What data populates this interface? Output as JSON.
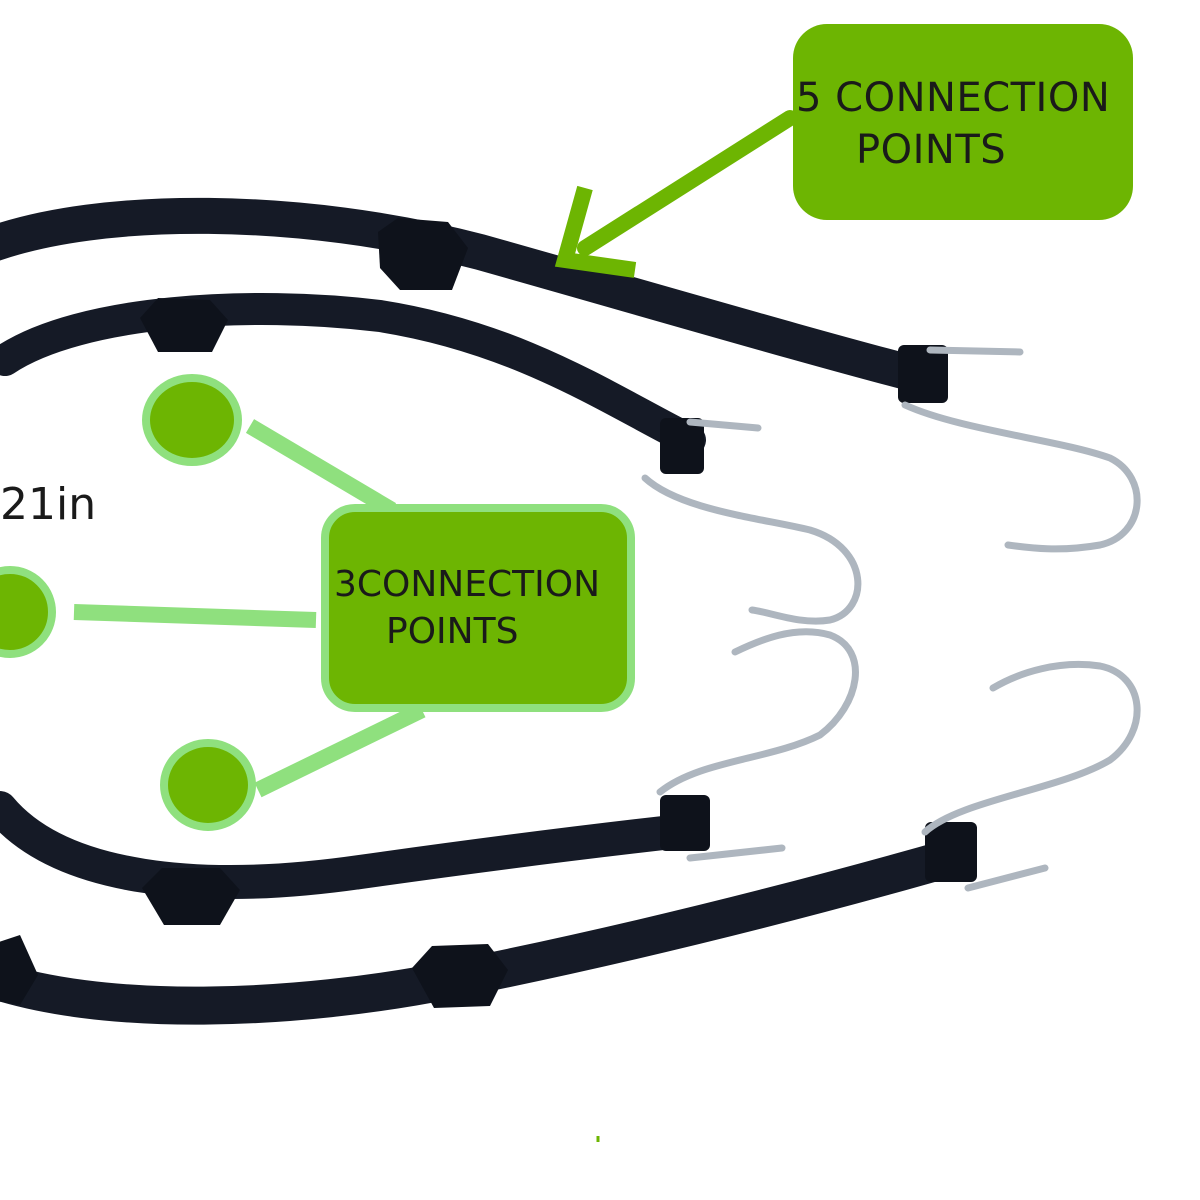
{
  "annotations": {
    "five_points": {
      "line1": "5 CONNECTION",
      "line2": "POINTS"
    },
    "three_points": {
      "line1": "3CONNECTION",
      "line2": "POINTS"
    },
    "length_label": "21in"
  },
  "colors": {
    "callout_dark_green": "#6db502",
    "callout_light_green": "#8fe07e",
    "strap_black": "#151a26",
    "hook_steel": "#aeb6bf",
    "background": "#ffffff"
  }
}
